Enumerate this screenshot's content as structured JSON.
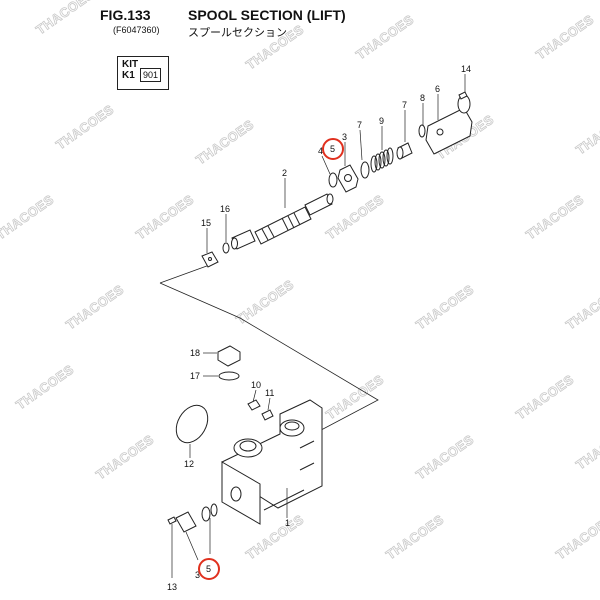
{
  "header": {
    "fig": "FIG.133",
    "title": "SPOOL SECTION (LIFT)",
    "code": "(F6047360)",
    "japanese": "スプールセクション"
  },
  "kit": {
    "label": "KIT",
    "k1_label": "K1",
    "k1_value": "901"
  },
  "watermark": "THACOES",
  "part_numbers": [
    "1",
    "2",
    "3",
    "3",
    "4",
    "5",
    "5",
    "6",
    "7",
    "7",
    "8",
    "9",
    "10",
    "11",
    "12",
    "13",
    "14",
    "15",
    "16",
    "17",
    "18"
  ],
  "highlight_color": "#e0301e"
}
